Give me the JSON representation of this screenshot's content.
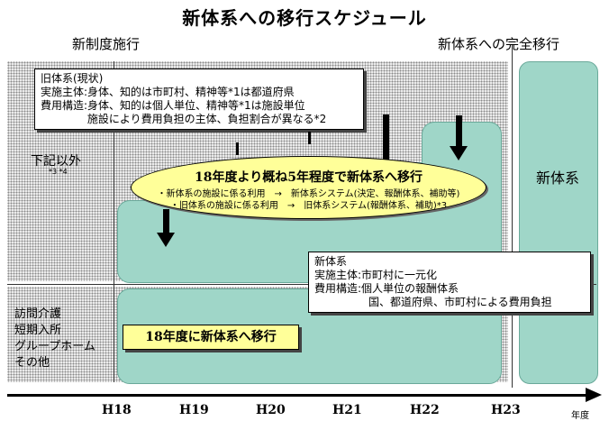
{
  "title": "新体系への移行スケジュール",
  "headers": {
    "left": "新制度施行",
    "right": "新体系への完全移行"
  },
  "old_system_box": {
    "lines": [
      "旧体系(現状)",
      "実施主体:身体、知的は市町村、精神等*1は都道府県",
      "費用構造:身体、知的は個人単位、精神等*1は施設単位",
      "　　　　 施設により費用負担の主体、負担割合が異なる*2"
    ]
  },
  "other_than_below": {
    "label": "下記以外",
    "note": "*3 *4"
  },
  "transition_oval": {
    "title": "18年度より概ね5年程度で新体系へ移行",
    "line1": "・新体系の施設に係る利用　→　新体系システム(決定、報酬体系、補助等)",
    "line2": "・旧体系の施設に係る利用　→　旧体系システム(報酬体系、補助)*3"
  },
  "new_system_label": "新体系",
  "new_system_box": {
    "lines": [
      "新体系",
      "実施主体:市町村に一元化",
      "費用構造:個人単位の報酬体系",
      "　　　　　国、都道府県、市町村による費用負担"
    ]
  },
  "services": [
    "訪問介護",
    "短期入所",
    "グループホーム",
    "その他"
  ],
  "move_banner": "18年度に新体系へ移行",
  "axis": {
    "years": [
      "H18",
      "H19",
      "H20",
      "H21",
      "H22",
      "H23"
    ],
    "unit": "年度"
  },
  "colors": {
    "teal": "#9fd6c8",
    "oval_fill": "#ffff99",
    "banner_fill": "#ffff99"
  }
}
